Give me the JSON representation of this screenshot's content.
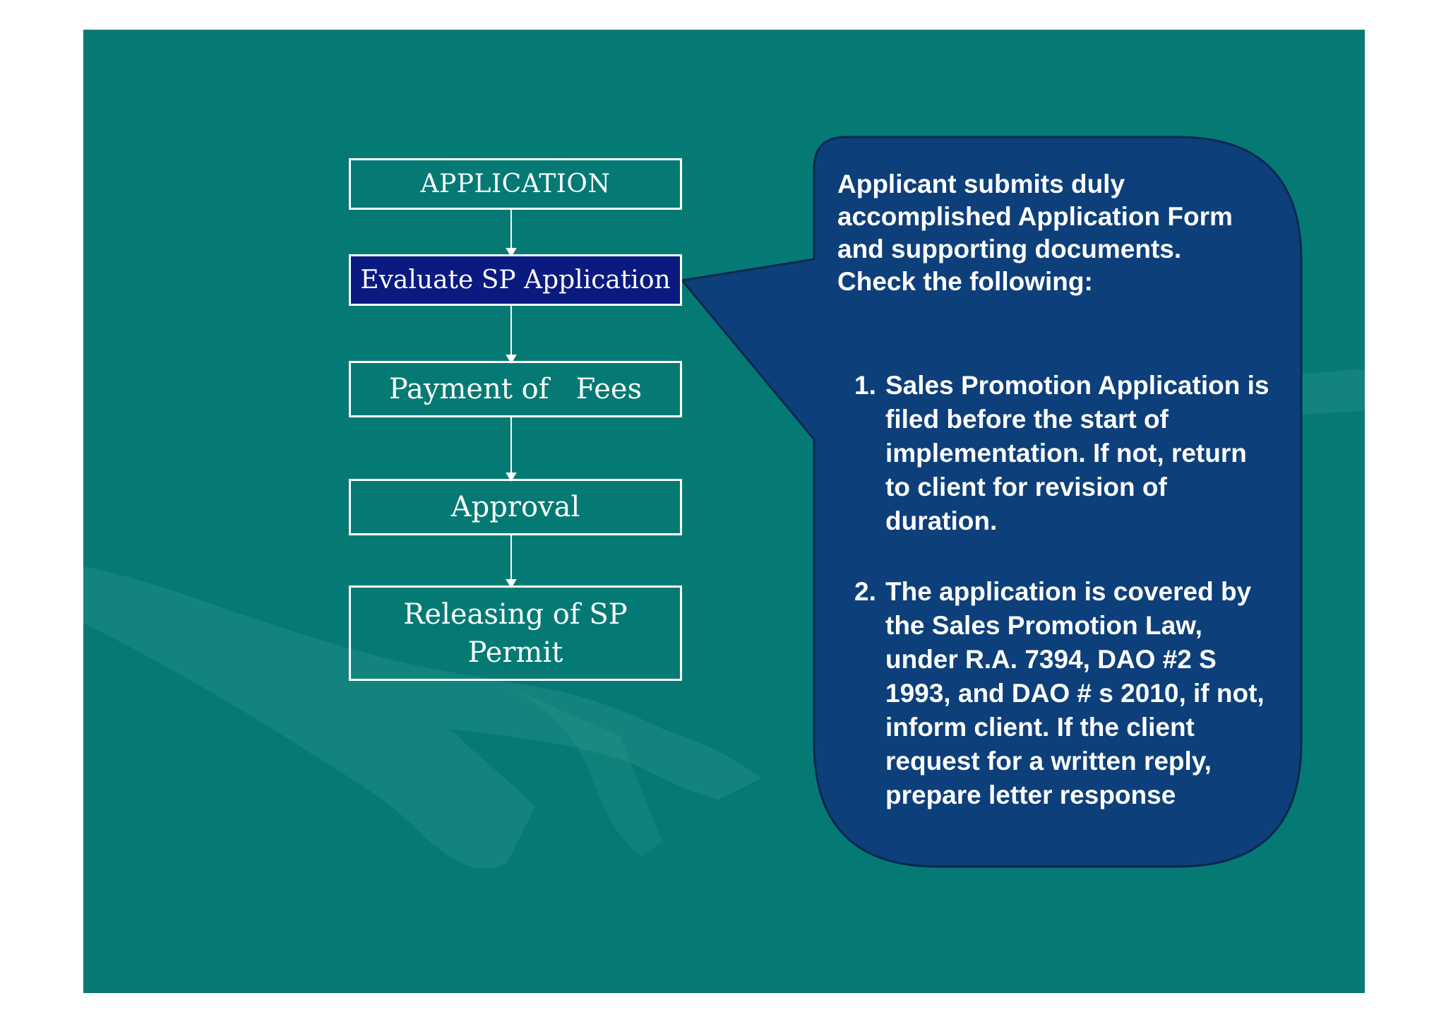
{
  "flowchart": {
    "steps": [
      {
        "id": "application",
        "label": "APPLICATION"
      },
      {
        "id": "evaluate",
        "label": "Evaluate SP Application",
        "highlighted": true
      },
      {
        "id": "payment",
        "label": "Payment of   Fees"
      },
      {
        "id": "approval",
        "label": "Approval"
      },
      {
        "id": "releasing",
        "label": "Releasing of  SP Permit"
      }
    ]
  },
  "callout": {
    "intro": "Applicant submits duly accomplished Application Form and supporting documents. Check  the following:",
    "items": [
      {
        "number": "1.",
        "text": "Sales Promotion Application is filed before the start of implementation. If not, return to client for revision of duration."
      },
      {
        "number": "2.",
        "text": "The application is covered by the Sales Promotion Law, under R.A. 7394, DAO #2 S  1993, and DAO # s 2010,  if not, inform client. If the client request for a written reply, prepare letter response"
      }
    ]
  },
  "colors": {
    "slide_background": "#057a74",
    "highlight_box": "#0b1a80",
    "callout_fill": "#0d3f7a",
    "text": "#ffffff"
  }
}
